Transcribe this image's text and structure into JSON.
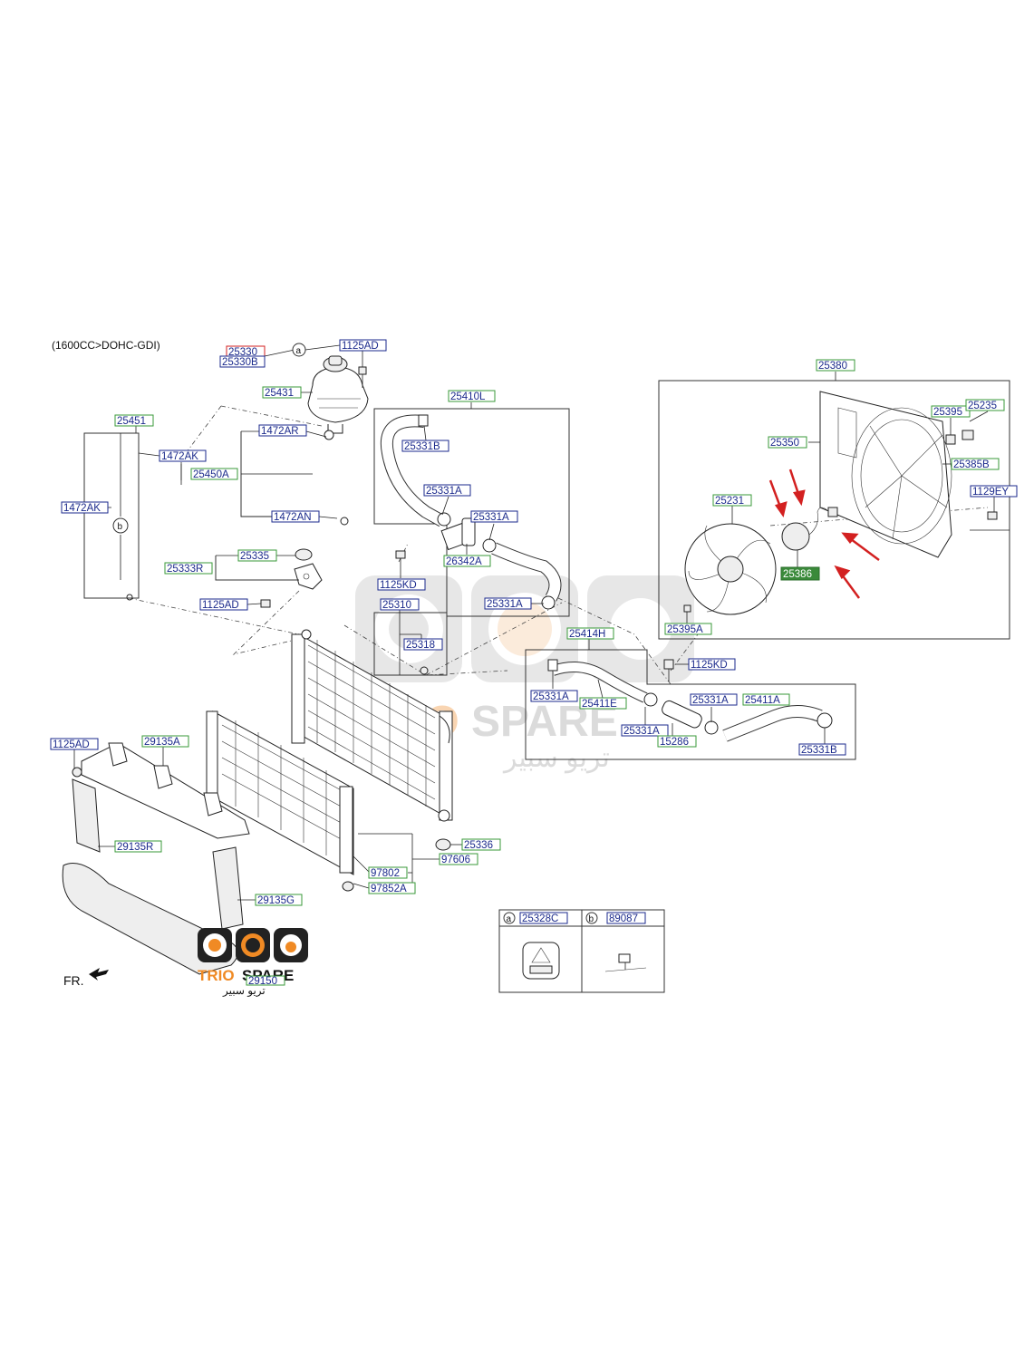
{
  "header": {
    "engine_spec": "(1600CC>DOHC-GDI)"
  },
  "colors": {
    "label_text": "#1b2a8c",
    "label_border_default": "#1b2a8c",
    "label_border_green": "#3a9a3a",
    "label_border_red": "#d32020",
    "highlight_fill": "#3a8a3a",
    "arrow_red": "#d32020",
    "watermark_orange": "#f08a24",
    "watermark_gray": "#9a9a9a"
  },
  "labels": {
    "p25330": "25330",
    "p25330B": "25330B",
    "p1125AD_top": "1125AD",
    "p25431": "25431",
    "p25451": "25451",
    "p1472AK_a": "1472AK",
    "p1472AK_b": "1472AK",
    "p1472AR": "1472AR",
    "p25450A": "25450A",
    "p1472AN": "1472AN",
    "p25335": "25335",
    "p25333R": "25333R",
    "p1125AD_mid": "1125AD",
    "p25410L": "25410L",
    "p25331B_a": "25331B",
    "p25331A_a": "25331A",
    "p25331A_b": "25331A",
    "p26342A": "26342A",
    "p1125KD_a": "1125KD",
    "p25331A_c": "25331A",
    "p25310": "25310",
    "p25318": "25318",
    "p25414H": "25414H",
    "p1125KD_b": "1125KD",
    "p25331A_d": "25331A",
    "p25411E": "25411E",
    "p25331A_e": "25331A",
    "p25411A": "25411A",
    "p25331A_f": "25331A",
    "p15286": "15286",
    "p25331B_b": "25331B",
    "p25380": "25380",
    "p25395": "25395",
    "p25235": "25235",
    "p25350": "25350",
    "p25385B": "25385B",
    "p25231": "25231",
    "p1129EY": "1129EY",
    "p25386": "25386",
    "p25395A": "25395A",
    "p1125AD_left": "1125AD",
    "p29135A": "29135A",
    "p29135R": "29135R",
    "p29135G": "29135G",
    "p29150": "29150",
    "p25336": "25336",
    "p97606": "97606",
    "p97802": "97802",
    "p97852A": "97852A"
  },
  "callouts": {
    "a": "a",
    "b": "b"
  },
  "legend": {
    "a_letter": "a",
    "a_part": "25328C",
    "b_letter": "b",
    "b_part": "89087"
  },
  "front_marker": "FR.",
  "watermark": {
    "brand_left": "TRIO",
    "brand_right": "SPARE",
    "brand_arabic": "تريو سبير"
  },
  "logo": {
    "brand_left": "TRIO",
    "brand_right": "SPARE",
    "brand_arabic": "تريو سبير"
  },
  "icons": [
    "cap-icon",
    "bolt-icon",
    "hose-clamp-icon",
    "fan-icon",
    "motor-icon",
    "arrow-icon",
    "warning-label-icon",
    "cable-tie-icon",
    "trio-spare-logo-icon"
  ]
}
